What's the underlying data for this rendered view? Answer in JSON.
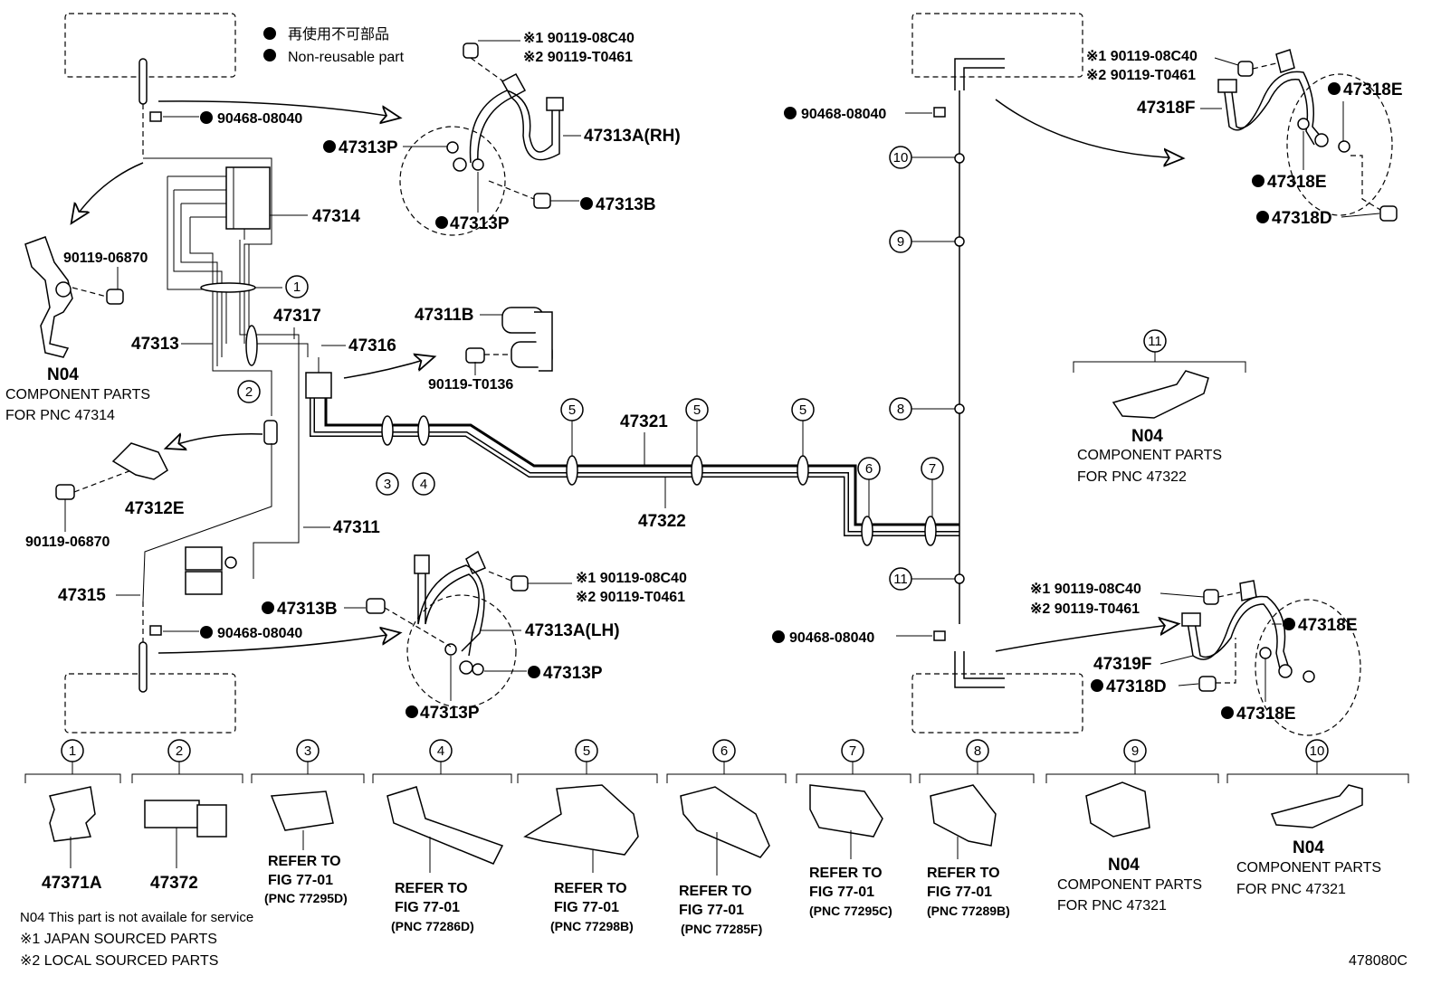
{
  "legend": {
    "jp": "再使用不可部品",
    "en": "Non-reusable part"
  },
  "figure_code": "478080C",
  "notes": {
    "n04": "N04    This part is not availale for service",
    "s1": "※1 JAPAN SOURCED PARTS",
    "s2": "※2 LOCAL SOURCED PARTS"
  },
  "labels": {
    "p90468_tl": "90468-08040",
    "p90119_06870_a": "90119-06870",
    "p90119_06870_b": "90119-06870",
    "p47314": "47314",
    "p47313": "47313",
    "p47317": "47317",
    "p47316": "47316",
    "p47312E": "47312E",
    "p47311": "47311",
    "p47315": "47315",
    "p90468_bl": "90468-08040",
    "n04_a": "N04",
    "comp_a1": "COMPONENT PARTS",
    "comp_a2": "FOR PNC 47314",
    "p47313P_1": "47313P",
    "p47313P_2": "47313P",
    "p47313A_RH": "47313A(RH)",
    "p47313B_1": "47313B",
    "s1_a": "※1 90119-08C40",
    "s2_a": "※2 90119-T0461",
    "p47311B": "47311B",
    "p90119_T0136": "90119-T0136",
    "p47321": "47321",
    "p47322": "47322",
    "s1_b": "※1 90119-08C40",
    "s2_b": "※2 90119-T0461",
    "p47313B_2": "47313B",
    "p47313A_LH": "47313A(LH)",
    "p47313P_3": "47313P",
    "p47313P_4": "47313P",
    "p90468_tr": "90468-08040",
    "p90468_br": "90468-08040",
    "s1_c": "※1 90119-08C40",
    "s2_c": "※2 90119-T0461",
    "p47318F": "47318F",
    "p47318E_1": "47318E",
    "p47318E_2": "47318E",
    "p47318D_1": "47318D",
    "n04_b": "N04",
    "comp_b1": "COMPONENT PARTS",
    "comp_b2": "FOR PNC 47322",
    "s1_d": "※1 90119-08C40",
    "s2_d": "※2 90119-T0461",
    "p47318E_3": "47318E",
    "p47319F": "47319F",
    "p47318D_2": "47318D",
    "p47318E_4": "47318E"
  },
  "callouts": [
    "1",
    "2",
    "3",
    "4",
    "5",
    "5",
    "5",
    "6",
    "7",
    "8",
    "9",
    "10",
    "11"
  ],
  "bottom_parts": [
    {
      "num": "1",
      "l1": "47371A"
    },
    {
      "num": "2",
      "l1": "47372"
    },
    {
      "num": "3",
      "l1": "REFER TO",
      "l2": "FIG 77-01",
      "l3": "(PNC 77295D)"
    },
    {
      "num": "4",
      "l1": "REFER TO",
      "l2": "FIG 77-01",
      "l3": "(PNC 77286D)"
    },
    {
      "num": "5",
      "l1": "REFER TO",
      "l2": "FIG 77-01",
      "l3": "(PNC 77298B)"
    },
    {
      "num": "6",
      "l1": "REFER TO",
      "l2": "FIG 77-01",
      "l3": "(PNC 77285F)"
    },
    {
      "num": "7",
      "l1": "REFER TO",
      "l2": "FIG 77-01",
      "l3": "(PNC 77295C)"
    },
    {
      "num": "8",
      "l1": "REFER TO",
      "l2": "FIG 77-01",
      "l3": "(PNC 77289B)"
    },
    {
      "num": "9",
      "l1": "N04",
      "l2": "COMPONENT PARTS",
      "l3": "FOR PNC 47321"
    },
    {
      "num": "10",
      "l1": "N04",
      "l2": "COMPONENT PARTS",
      "l3": "FOR PNC 47321"
    }
  ]
}
